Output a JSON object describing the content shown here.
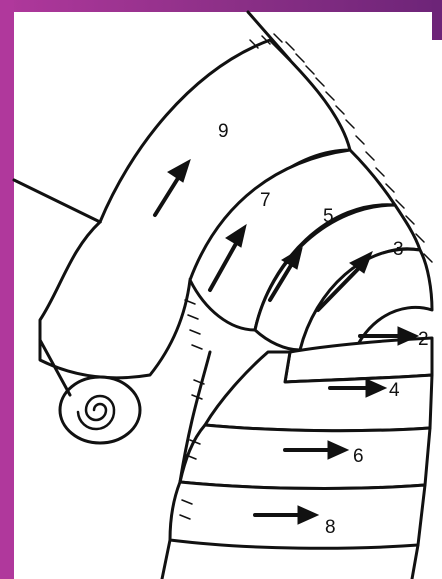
{
  "figure": {
    "step_labels": [
      "2",
      "3",
      "4",
      "5",
      "6",
      "7",
      "8",
      "9"
    ]
  },
  "colors": {
    "frame": "#b0389c",
    "ink": "#111111",
    "bandage": "#ffffff"
  }
}
